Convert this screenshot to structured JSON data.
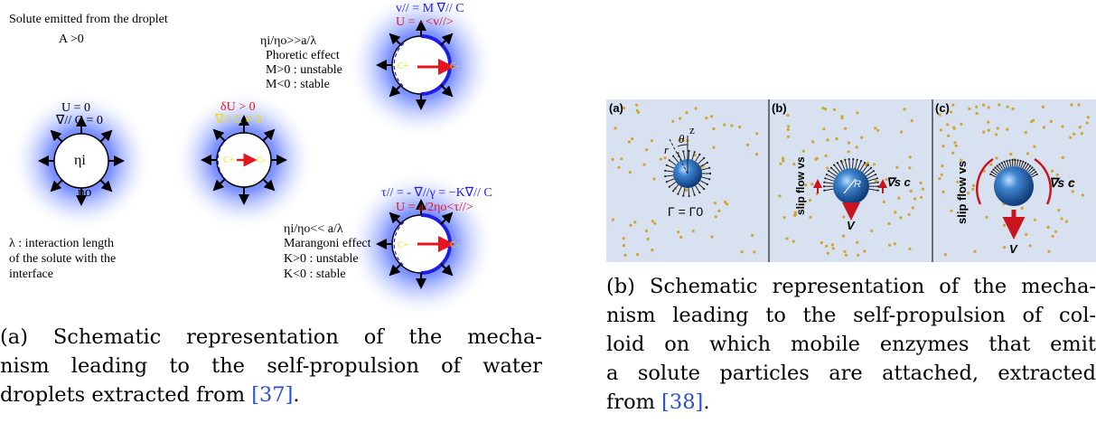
{
  "figure_a": {
    "header_line1": "Solute emitted from the droplet",
    "header_line2": "A >0",
    "drop1_u": "U = 0",
    "drop1_grad": "∇// C = 0",
    "eta_i": "ηi",
    "eta_o": "ηo",
    "drop2_du": "δU > 0",
    "drop2_grad": "∇// C ≠ 0",
    "phor_ratio": "ηi/ηo>>a/λ",
    "phor_title": "Phoretic effect",
    "phor_unstable": "M>0 : unstable",
    "phor_stable": "M<0 : stable",
    "phor_v": "v// = M ∇// C",
    "phor_u": "U = - <v//>",
    "mar_tau": "τ// = - ∇//γ = −K∇// C",
    "mar_u": "U = a/2ηo<τ//>",
    "mar_ratio": "ηi/ηo<< a/λ",
    "mar_title": "Marangoni effect",
    "mar_unstable": "K>0 : unstable",
    "mar_stable": "K<0 : stable",
    "lambda_line1": "λ : interaction length",
    "lambda_line2": "of the solute with the",
    "lambda_line3": "interface",
    "c_plus": "C+",
    "c_minus": "C-"
  },
  "figure_b": {
    "label_a": "(a)",
    "label_b": "(b)",
    "label_c": "(c)",
    "gamma": "Γ = Γ0",
    "r_label": "r",
    "theta_label": "θ",
    "z_label": "z",
    "slip_flow": "slip flow vs",
    "grad_c": "∇s c",
    "radius": "R",
    "velocity": "V"
  },
  "caption_a": {
    "line1": "(a) Schematic representation of the mecha-",
    "line2": "nism leading to the self-propulsion of water",
    "line3_text": "droplets extracted from ",
    "ref": "[37]",
    "end": "."
  },
  "caption_b": {
    "line1": "(b) Schematic representation of the mecha-",
    "line2": "nism leading to the self-propulsion of col-",
    "line3": "loid on which mobile enzymes that emit",
    "line4": "a solute particles are attached, extracted",
    "line5_text": "from ",
    "ref": "[38]",
    "end": "."
  },
  "colors": {
    "blue_text": "#1e1ee6",
    "red_text": "#e6141e",
    "halo": "#2846ff",
    "panel_bg": "#d7e1f0",
    "dot": "#d2a532",
    "sphere": "#1c5aa8",
    "ref_link": "#2b4fd1"
  }
}
